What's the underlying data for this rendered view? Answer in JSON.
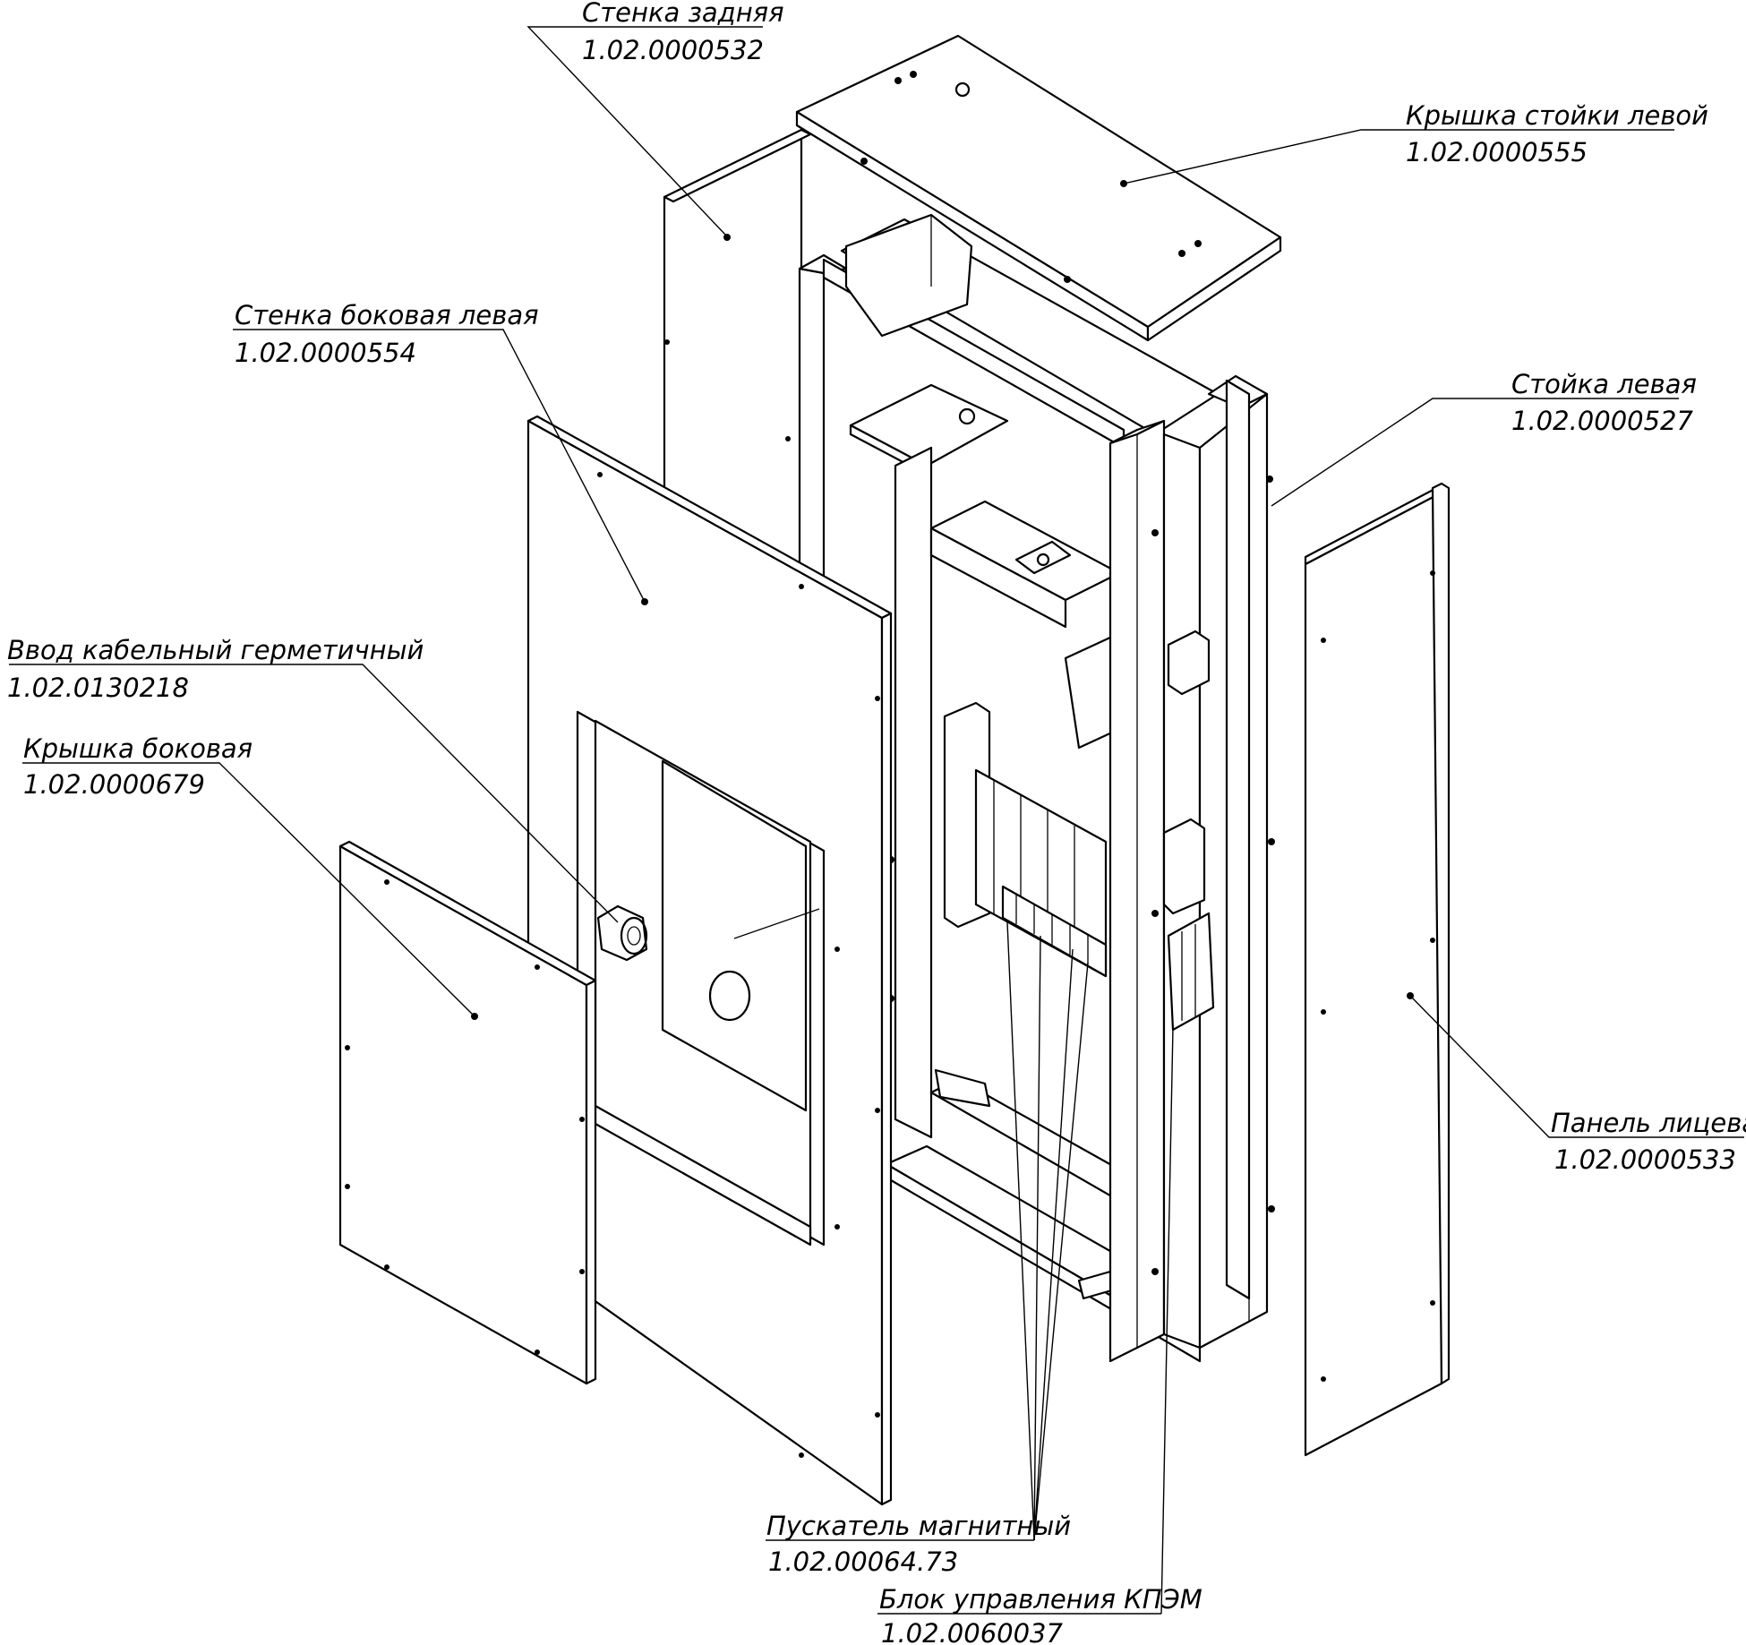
{
  "callouts": [
    {
      "name": "Стенка задняя",
      "code": "1.02.0000532"
    },
    {
      "name": "Крышка стойки левой",
      "code": "1.02.0000555"
    },
    {
      "name": "Стенка боковая левая",
      "code": "1.02.0000554"
    },
    {
      "name": "Стойка левая",
      "code": "1.02.0000527"
    },
    {
      "name": "Ввод кабельный герметичный",
      "code": "1.02.0130218"
    },
    {
      "name": "Крышка боковая",
      "code": "1.02.0000679"
    },
    {
      "name": "Панель лицевая",
      "code": "1.02.0000533"
    },
    {
      "name": "Пускатель магнитный",
      "code": "1.02.00064.73"
    },
    {
      "name": "Блок управления КПЭМ",
      "code": "1.02.0060037"
    }
  ]
}
